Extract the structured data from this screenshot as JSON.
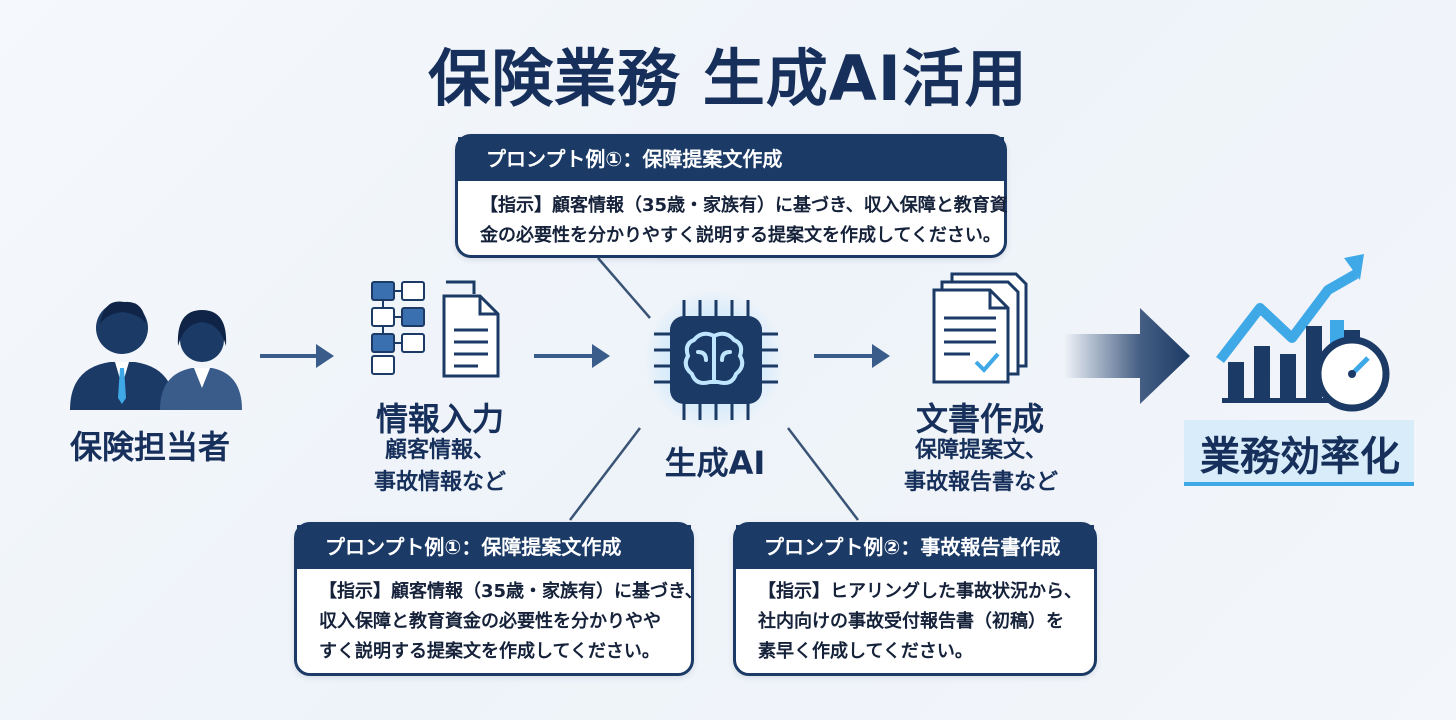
{
  "title": "保険業務 生成AI活用",
  "steps": {
    "staff": {
      "label": "保険担当者"
    },
    "input": {
      "label": "情報入力",
      "sub1": "顧客情報、",
      "sub2": "事故情報など"
    },
    "ai": {
      "label": "生成AI"
    },
    "doc": {
      "label": "文書作成",
      "sub1": "保障提案文、",
      "sub2": "事故報告書など"
    },
    "result": {
      "label": "業務効率化"
    }
  },
  "prompts": {
    "top": {
      "heading": "プロンプト例①：保障提案文作成",
      "lines": [
        "【指示】顧客情報（35歳・家族有）に基づき、収入保障と教育資",
        "金の必要性を分かりやすく説明する提案文を作成してください。"
      ]
    },
    "bottom_left": {
      "heading": "プロンプト例①：保障提案文作成",
      "lines": [
        "【指示】顧客情報（35歳・家族有）に基づき、",
        "収入保障と教育資金の必要性を分かりやや",
        "すく説明する提案文を作成してください。"
      ]
    },
    "bottom_right": {
      "heading": "プロンプト例②：事故報告書作成",
      "lines": [
        "【指示】ヒアリングした事故状況から、",
        "社内向けの事故受付報告書（初稿）を",
        "素早く作成してください。"
      ]
    }
  },
  "colors": {
    "navy": "#1b3a66",
    "accent_blue": "#3fa9e8",
    "card_bg": "#ffffff"
  },
  "icons": [
    "people-icon",
    "flowchart-document-icon",
    "ai-chip-brain-icon",
    "documents-stack-icon",
    "growth-chart-stopwatch-icon"
  ]
}
